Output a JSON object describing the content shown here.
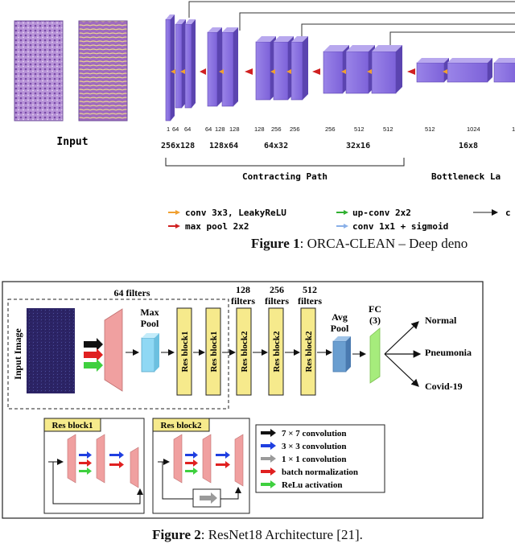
{
  "figure1": {
    "input_label": "Input",
    "channels": [
      "1",
      "64",
      "64",
      "64",
      "128",
      "128",
      "128",
      "256",
      "256",
      "256",
      "512",
      "512",
      "512",
      "1024",
      "1"
    ],
    "resolutions": [
      "256x128",
      "128x64",
      "64x32",
      "32x16",
      "16x8"
    ],
    "contracting_label": "Contracting Path",
    "bottleneck_label": "Bottleneck La",
    "legend": {
      "conv": "conv 3x3, LeakyReLU",
      "pool": "max pool 2x2",
      "upconv": "up-conv 2x2",
      "conv1": "conv 1x1 + sigmoid",
      "copy": "c"
    },
    "caption_prefix": "Figure 1",
    "caption_text": ": ORCA-CLEAN – Deep deno"
  },
  "figure2": {
    "filters_64": "64 filters",
    "filters_128": [
      "128",
      "filters"
    ],
    "filters_256": [
      "256",
      "filters"
    ],
    "filters_512": [
      "512",
      "filters"
    ],
    "input_image": "Input Image",
    "max_pool": [
      "Max",
      "Pool"
    ],
    "avg_pool": [
      "Avg",
      "Pool"
    ],
    "fc": [
      "FC",
      "(3)"
    ],
    "res1": "Res block1",
    "res2": "Res block2",
    "outputs": [
      "Normal",
      "Pneumonia",
      "Covid-19"
    ],
    "legend": [
      {
        "label": "7 × 7 convolution",
        "color": "#111111"
      },
      {
        "label": "3 × 3 convolution",
        "color": "#1f3fe0"
      },
      {
        "label": "1 × 1 convolution",
        "color": "#9a9a9a"
      },
      {
        "label": "batch normalization",
        "color": "#e02020"
      },
      {
        "label": "ReLu activation",
        "color": "#3fd03f"
      }
    ],
    "caption_prefix": "Figure 2",
    "caption_text": ": ResNet18 Architecture [21]."
  }
}
